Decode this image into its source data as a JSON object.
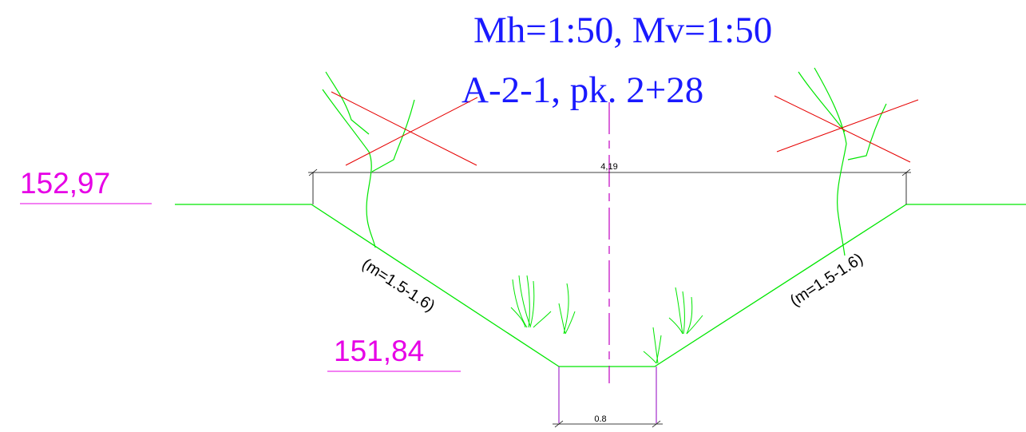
{
  "title": {
    "scale": "Mh=1:50, Mv=1:50",
    "section": "A-2-1, pk. 2+28"
  },
  "elevations": {
    "top": "152,97",
    "bottom": "151,84"
  },
  "slopes": {
    "left": "(m=1.5-1.6)",
    "right": "(m=1.5-1.6)"
  },
  "dimensions": {
    "top_width": "4,19",
    "bottom_width": "0.8"
  },
  "colors": {
    "ground": "#00e600",
    "annotation": "#1a1aff",
    "elevation": "#e600e6",
    "axis": "#c000c0",
    "cross": "#e60000",
    "dimension": "#000000"
  }
}
